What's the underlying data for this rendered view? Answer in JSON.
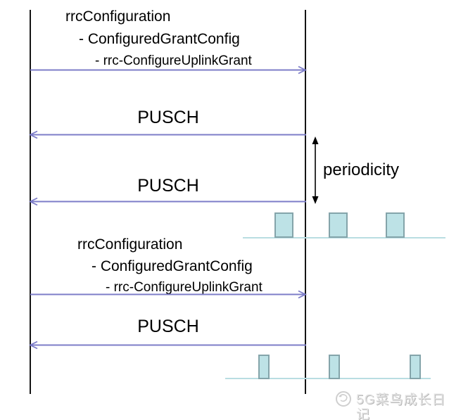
{
  "flow1": {
    "config": {
      "title": "rrcConfiguration",
      "item1": "- ConfiguredGrantConfig",
      "item2": "- rrc-ConfigureUplinkGrant"
    },
    "pusch1": "PUSCH",
    "pusch2": "PUSCH"
  },
  "periodicity": {
    "label": "periodicity"
  },
  "flow2": {
    "config": {
      "title": "rrcConfiguration",
      "item1": "- ConfiguredGrantConfig",
      "item2": "- rrc-ConfigureUplinkGrant"
    },
    "pusch": "PUSCH"
  },
  "watermark": {
    "text": "5G菜鸟成长日记"
  },
  "colors": {
    "arrow": "#7d7dc8",
    "lifeline": "#141414",
    "periodicity_arrow": "#000000",
    "slot_fill": "#bde2e6",
    "slot_border": "#84a4aa",
    "timeline": "#b9dde2",
    "watermark_text": "#e2e2e2"
  }
}
